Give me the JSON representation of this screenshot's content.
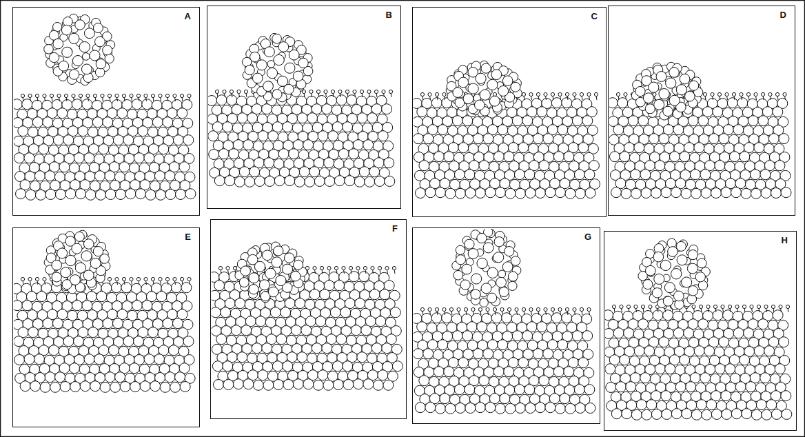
{
  "diagram": {
    "nodes": [
      {
        "text": [
          "A"
        ]
      },
      {
        "text": [
          "B"
        ]
      },
      {
        "text": [
          "C"
        ]
      },
      {
        "text": [
          "D"
        ]
      },
      {
        "text": [
          "E"
        ]
      },
      {
        "text": [
          "F"
        ]
      },
      {
        "text": [
          "G"
        ]
      },
      {
        "text": [
          "H"
        ]
      }
    ]
  }
}
